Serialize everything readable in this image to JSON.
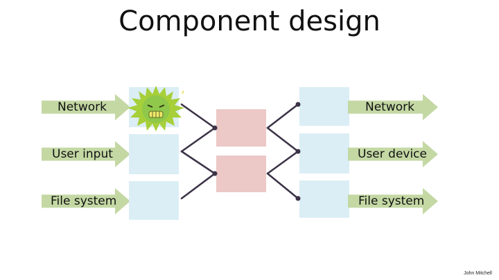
{
  "title": "Component design",
  "inputs": [
    {
      "label": "Network"
    },
    {
      "label": "User input"
    },
    {
      "label": "File system"
    }
  ],
  "outputs": [
    {
      "label": "Network"
    },
    {
      "label": "User device"
    },
    {
      "label": "File system"
    }
  ],
  "colors": {
    "arrow_fill": "#c4d8a4",
    "box_blue": "#dbeef5",
    "box_pink": "#ecc8c6",
    "connector": "#3c3347",
    "virus": "#8fc84a"
  },
  "icons": [
    "virus-icon"
  ],
  "footer": "John Mitchell"
}
